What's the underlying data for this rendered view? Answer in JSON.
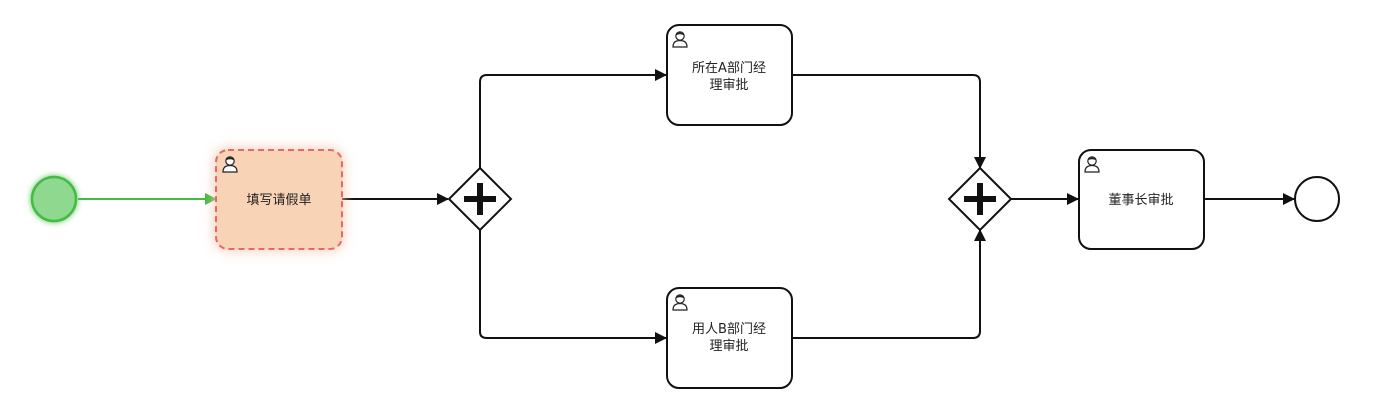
{
  "diagram": {
    "tasks": {
      "fill_form": {
        "label": "填写请假单"
      },
      "dept_a_approval": {
        "label_line1": "所在A部门经",
        "label_line2": "理审批"
      },
      "dept_b_approval": {
        "label_line1": "用人B部门经",
        "label_line2": "理审批"
      },
      "chairman_approval": {
        "label": "董事长审批"
      }
    },
    "state": {
      "completed_color": "#44bb44",
      "active_fill": "#f8d3b6",
      "active_border": "#e8676a"
    },
    "icons": {
      "task_type": "user-icon",
      "gateway_type": "parallel-gateway-plus-icon"
    }
  }
}
